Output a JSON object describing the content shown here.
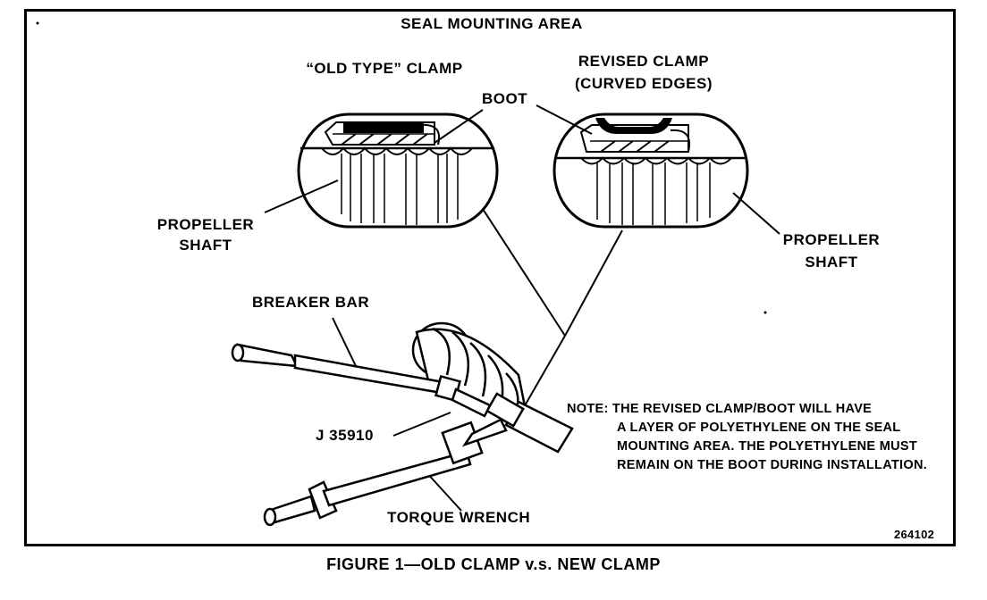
{
  "figure": {
    "header": "SEAL MOUNTING AREA",
    "old_clamp_label": "“OLD TYPE” CLAMP",
    "revised_clamp_label_line1": "REVISED CLAMP",
    "revised_clamp_label_line2": "(CURVED EDGES)",
    "boot_label": "BOOT",
    "propeller_shaft_left_line1": "PROPELLER",
    "propeller_shaft_left_line2": "SHAFT",
    "propeller_shaft_right_line1": "PROPELLER",
    "propeller_shaft_right_line2": "SHAFT",
    "breaker_bar_label": "BREAKER BAR",
    "tool_number_label": "J  35910",
    "torque_wrench_label": "TORQUE WRENCH",
    "note_line1": "NOTE:  THE REVISED CLAMP/BOOT WILL HAVE",
    "note_line2": "A LAYER OF POLYETHYLENE ON THE SEAL",
    "note_line3": "MOUNTING AREA. THE POLYETHYLENE MUST",
    "note_line4": "REMAIN ON THE BOOT DURING INSTALLATION.",
    "figure_number": "264102",
    "caption": "FIGURE 1—OLD CLAMP v.s. NEW CLAMP"
  }
}
